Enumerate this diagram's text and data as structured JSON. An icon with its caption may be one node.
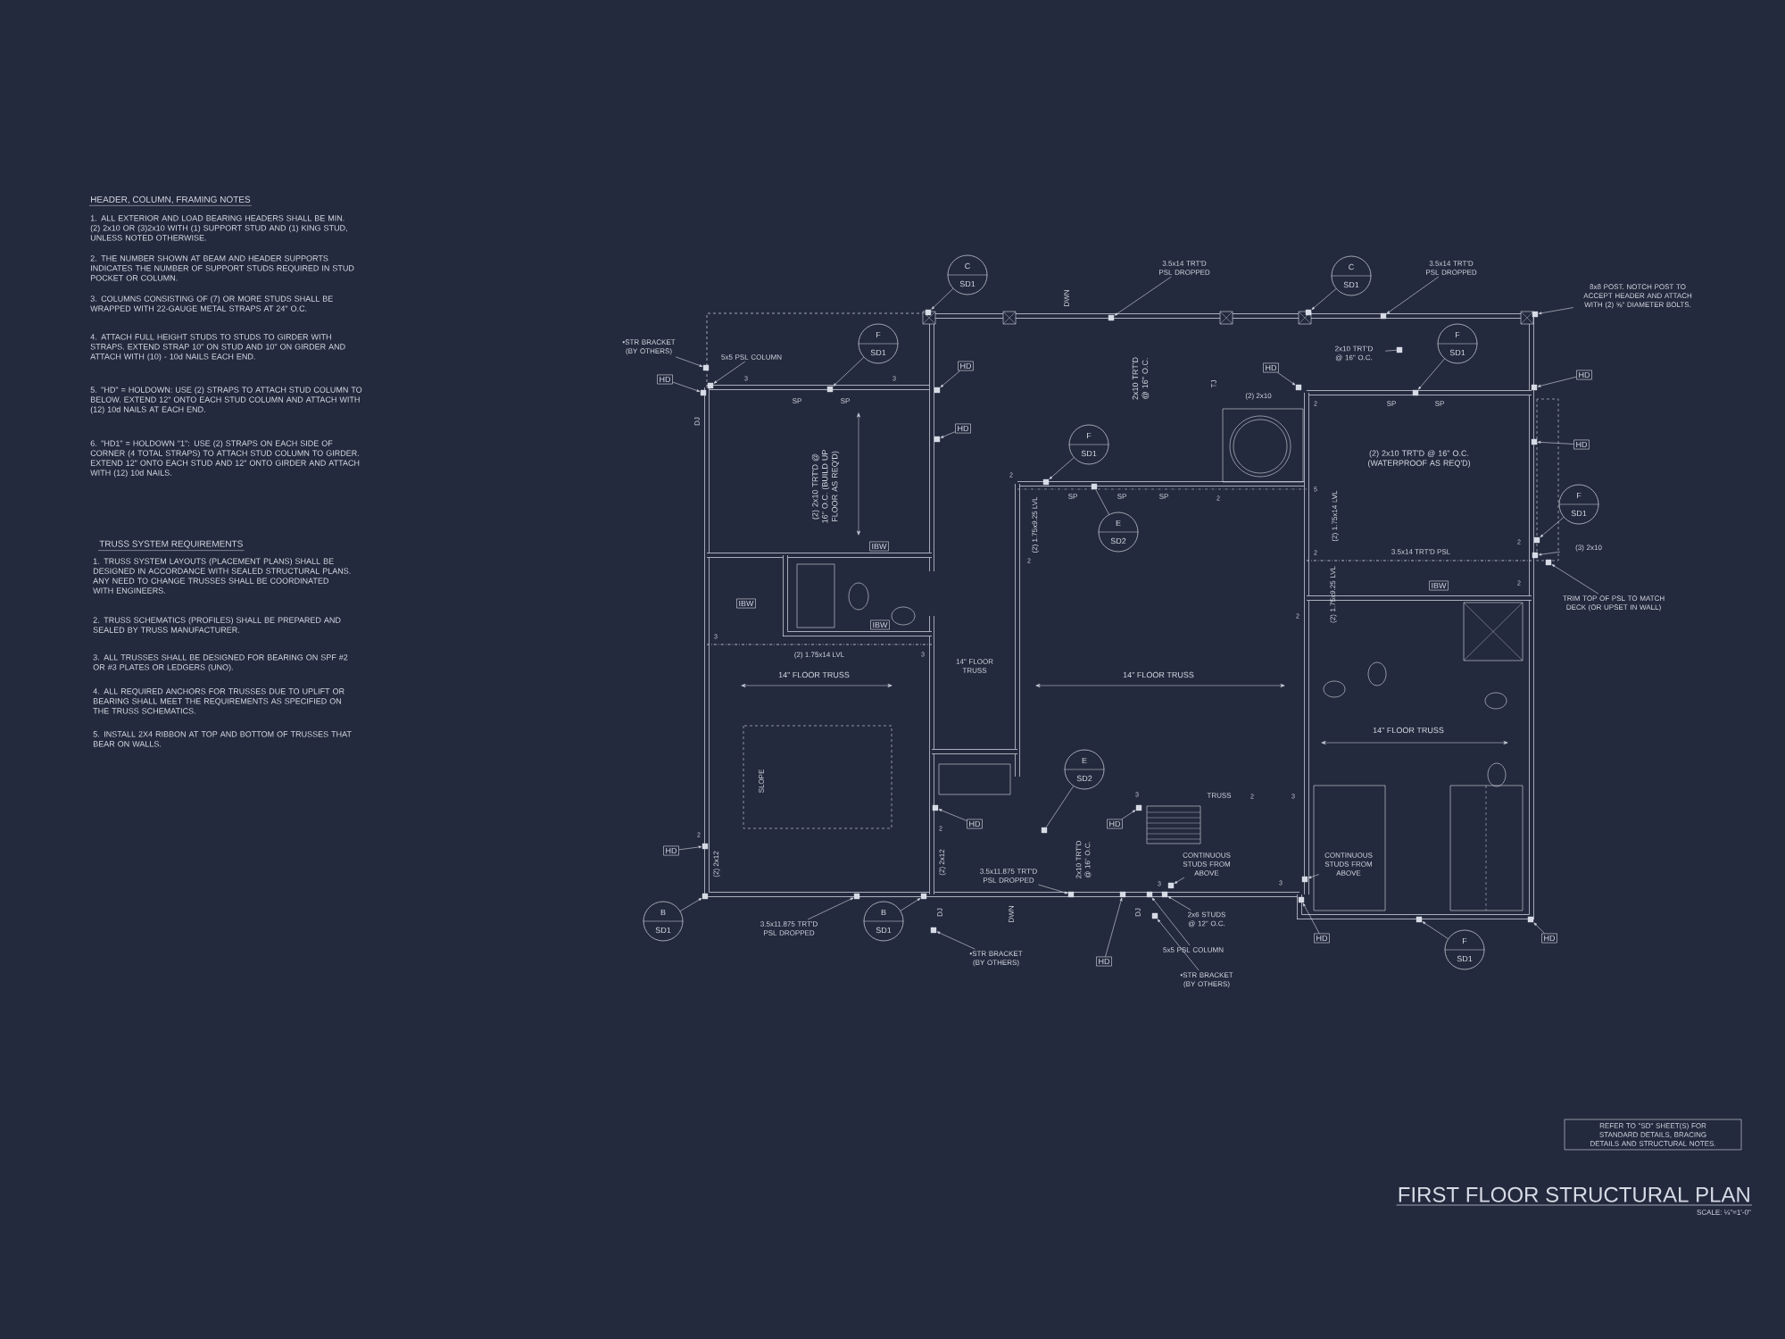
{
  "diagram": {
    "title": "FIRST FLOOR STRUCTURAL PLAN",
    "nodes": [
      {
        "text": [
          "•STR BRACKET (BY OTHERS)"
        ]
      },
      {
        "text": [
          "5x5 PSL COLUMN"
        ]
      },
      {
        "text": [
          "HD"
        ]
      },
      {
        "text": [
          "C",
          "SD1"
        ]
      },
      {
        "text": [
          "F",
          "SD1"
        ]
      },
      {
        "text": [
          "HD"
        ]
      },
      {
        "text": [
          "HD"
        ]
      },
      {
        "text": [
          "3.5x14 TRT'D PSL DROPPED"
        ]
      },
      {
        "text": [
          "C",
          "SD1"
        ]
      },
      {
        "text": [
          "3.5x14 TRT'D PSL DROPPED"
        ]
      },
      {
        "text": [
          "8x8 POST. NOTCH POST TO ACCEPT HEADER AND ATTACH WITH (2) ⅝\" DIAMETER BOLTS."
        ]
      },
      {
        "text": [
          "2x10 TRT'D @ 16\" O.C."
        ]
      },
      {
        "text": [
          "HD"
        ]
      },
      {
        "text": [
          "F",
          "SD1"
        ]
      },
      {
        "text": [
          "HD"
        ]
      },
      {
        "text": [
          "HD"
        ]
      },
      {
        "text": [
          "F",
          "SD1"
        ]
      },
      {
        "text": [
          "E",
          "SD2"
        ]
      },
      {
        "text": [
          "F",
          "SD1"
        ]
      },
      {
        "text": [
          "(3) 2x10"
        ]
      },
      {
        "text": [
          "TRIM TOP OF PSL TO MATCH DECK (OR UPSET IN WALL)"
        ]
      },
      {
        "text": [
          "IBW"
        ]
      },
      {
        "text": [
          "IBW"
        ]
      },
      {
        "text": [
          "IBW"
        ]
      },
      {
        "text": [
          "IBW"
        ]
      },
      {
        "text": [
          "E",
          "SD2"
        ]
      },
      {
        "text": [
          "HD"
        ]
      },
      {
        "text": [
          "HD"
        ]
      },
      {
        "text": [
          "HD"
        ]
      },
      {
        "text": [
          "B",
          "SD1"
        ]
      },
      {
        "text": [
          "3.5x11.875 TRT'D PSL DROPPED"
        ]
      },
      {
        "text": [
          "B",
          "SD1"
        ]
      },
      {
        "text": [
          "3.5x11.875 TRT'D PSL DROPPED"
        ]
      },
      {
        "text": [
          "•STR BRACKET (BY OTHERS)"
        ]
      },
      {
        "text": [
          "HD"
        ]
      },
      {
        "text": [
          "2x6 STUDS @ 12\" O.C."
        ]
      },
      {
        "text": [
          "5x5 PSL COLUMN"
        ]
      },
      {
        "text": [
          "•STR BRACKET (BY OTHERS)"
        ]
      },
      {
        "text": [
          "CONTINUOUS STUDS FROM ABOVE"
        ]
      },
      {
        "text": [
          "CONTINUOUS STUDS FROM ABOVE"
        ]
      },
      {
        "text": [
          "HD"
        ]
      },
      {
        "text": [
          "HD"
        ]
      },
      {
        "text": [
          "F",
          "SD1"
        ]
      },
      {
        "text": [
          "REFER TO \"SD\" SHEET(S) FOR STANDARD DETAILS, BRACING DETAILS AND STRUCTURAL NOTES."
        ]
      },
      {
        "text": [],
        "shape": "box"
      },
      {
        "text": [],
        "shape": "box"
      },
      {
        "text": [],
        "shape": "box"
      },
      {
        "text": [],
        "shape": "box"
      },
      {
        "text": [],
        "shape": "box"
      },
      {
        "text": [],
        "shape": "box"
      },
      {
        "text": [],
        "shape": "box"
      },
      {
        "text": [],
        "shape": "box"
      },
      {
        "text": [],
        "shape": "box"
      },
      {
        "text": [],
        "shape": "box"
      },
      {
        "text": [],
        "shape": "box"
      },
      {
        "text": [],
        "shape": "box"
      },
      {
        "text": [],
        "shape": "box"
      },
      {
        "text": [],
        "shape": "box"
      },
      {
        "text": [],
        "shape": "box"
      },
      {
        "text": [],
        "shape": "box"
      },
      {
        "text": [],
        "shape": "box"
      },
      {
        "text": [],
        "shape": "box"
      },
      {
        "text": [],
        "shape": "box"
      },
      {
        "text": [],
        "shape": "box"
      },
      {
        "text": [],
        "shape": "box"
      },
      {
        "text": [],
        "shape": "box"
      },
      {
        "text": [],
        "shape": "box"
      },
      {
        "text": [],
        "shape": "box"
      },
      {
        "text": [],
        "shape": "box"
      },
      {
        "text": [],
        "shape": "box"
      },
      {
        "text": [],
        "shape": "box"
      },
      {
        "text": [],
        "shape": "box"
      },
      {
        "text": [],
        "shape": "box"
      },
      {
        "text": [],
        "shape": "box"
      },
      {
        "text": [],
        "shape": "box"
      },
      {
        "text": [],
        "shape": "box"
      },
      {
        "text": [],
        "shape": "box"
      },
      {
        "text": [],
        "shape": "box"
      },
      {
        "text": [],
        "shape": "box"
      },
      {
        "text": [],
        "shape": "box"
      },
      {
        "text": [],
        "shape": "box"
      },
      {
        "text": [],
        "shape": "box"
      },
      {
        "text": [],
        "shape": "box"
      }
    ],
    "edges": [
      {
        "from": 0,
        "to": 44,
        "arrow": "to"
      },
      {
        "from": 1,
        "to": 45,
        "arrow": "to"
      },
      {
        "from": 2,
        "to": 46,
        "arrow": "to"
      },
      {
        "from": 3,
        "to": 47,
        "arrow": "to"
      },
      {
        "from": 4,
        "to": 48,
        "arrow": "to"
      },
      {
        "from": 5,
        "to": 49,
        "arrow": "to"
      },
      {
        "from": 6,
        "to": 50,
        "arrow": "to"
      },
      {
        "from": 7,
        "to": 51,
        "arrow": "to"
      },
      {
        "from": 8,
        "to": 52,
        "arrow": "to"
      },
      {
        "from": 9,
        "to": 53,
        "arrow": "to"
      },
      {
        "from": 10,
        "to": 54,
        "arrow": "to"
      },
      {
        "from": 11,
        "to": 55,
        "arrow": "none"
      },
      {
        "from": 12,
        "to": 56,
        "arrow": "to"
      },
      {
        "from": 13,
        "to": 57,
        "arrow": "to"
      },
      {
        "from": 14,
        "to": 58,
        "arrow": "to"
      },
      {
        "from": 15,
        "to": 59,
        "arrow": "to"
      },
      {
        "from": 16,
        "to": 60,
        "arrow": "to"
      },
      {
        "from": 17,
        "to": 61,
        "arrow": "none"
      },
      {
        "from": 18,
        "to": 62,
        "arrow": "to"
      },
      {
        "from": 19,
        "to": 63,
        "arrow": "to"
      },
      {
        "from": 20,
        "to": 64,
        "arrow": "to"
      },
      {
        "from": 25,
        "to": 65,
        "arrow": "none"
      },
      {
        "from": 26,
        "to": 66,
        "arrow": "to"
      },
      {
        "from": 27,
        "to": 67,
        "arrow": "to"
      },
      {
        "from": 28,
        "to": 68,
        "arrow": "to"
      },
      {
        "from": 29,
        "to": 69,
        "arrow": "to"
      },
      {
        "from": 30,
        "to": 70,
        "arrow": "to"
      },
      {
        "from": 31,
        "to": 71,
        "arrow": "to"
      },
      {
        "from": 32,
        "to": 72,
        "arrow": "to"
      },
      {
        "from": 33,
        "to": 73,
        "arrow": "to"
      },
      {
        "from": 34,
        "to": 74,
        "arrow": "to"
      },
      {
        "from": 35,
        "to": 75,
        "arrow": "to"
      },
      {
        "from": 36,
        "to": 76,
        "arrow": "to"
      },
      {
        "from": 37,
        "to": 77,
        "arrow": "to"
      },
      {
        "from": 38,
        "to": 78,
        "arrow": "to"
      },
      {
        "from": 39,
        "to": 79,
        "arrow": "to"
      },
      {
        "from": 40,
        "to": 80,
        "arrow": "to"
      },
      {
        "from": 41,
        "to": 81,
        "arrow": "to"
      },
      {
        "from": 42,
        "to": 82,
        "arrow": "to"
      }
    ],
    "labels": [
      "HEADER, COLUMN, FRAMING NOTES",
      "1. ALL EXTERIOR AND LOAD BEARING HEADERS SHALL BE MIN. (2) 2x10 OR (3)2x10 WITH (1) SUPPORT STUD AND (1) KING STUD, UNLESS NOTED OTHERWISE.",
      "2. THE NUMBER SHOWN AT BEAM AND HEADER SUPPORTS INDICATES THE NUMBER OF SUPPORT STUDS REQUIRED IN STUD POCKET OR COLUMN.",
      "3. COLUMNS CONSISTING OF (7) OR MORE STUDS SHALL BE WRAPPED WITH 22-GAUGE METAL STRAPS AT 24\" O.C.",
      "4. ATTACH FULL HEIGHT STUDS TO STUDS TO GIRDER WITH STRAPS. EXTEND STRAP 10\" ON STUD AND 10\" ON GIRDER AND ATTACH WITH (10) - 10d NAILS EACH END.",
      "5. \"HD\" = HOLDOWN: USE (2) STRAPS TO ATTACH STUD COLUMN TO BELOW. EXTEND 12\" ONTO EACH STUD COLUMN AND ATTACH WITH (12) 10d NAILS AT EACH END.",
      "6. \"HD1\" = HOLDOWN \"1\": USE (2) STRAPS ON EACH SIDE OF CORNER (4 TOTAL STRAPS) TO ATTACH STUD COLUMN TO GIRDER. EXTEND 12\" ONTO EACH STUD AND 12\" ONTO GIRDER AND ATTACH WITH (12) 10d NAILS.",
      "TRUSS SYSTEM REQUIREMENTS",
      "1. TRUSS SYSTEM LAYOUTS (PLACEMENT PLANS) SHALL BE DESIGNED IN ACCORDANCE WITH SEALED STRUCTURAL PLANS. ANY NEED TO CHANGE TRUSSES SHALL BE COORDINATED WITH ENGINEERS.",
      "2. TRUSS SCHEMATICS (PROFILES) SHALL BE PREPARED AND SEALED BY TRUSS MANUFACTURER.",
      "3. ALL TRUSSES SHALL BE DESIGNED FOR BEARING ON SPF #2 OR #3 PLATES OR LEDGERS (UNO).",
      "4. ALL REQUIRED ANCHORS FOR TRUSSES DUE TO UPLIFT OR BEARING SHALL MEET THE REQUIREMENTS AS SPECIFIED ON THE TRUSS SCHEMATICS.",
      "5. INSTALL 2X4 RIBBON AT TOP AND BOTTOM OF TRUSSES THAT BEAR ON WALLS.",
      "SP",
      "SP",
      "SP",
      "SP",
      "SP",
      "SP",
      "SP",
      "DJ",
      "TJ",
      "(2) 2x10 TRT'D @ 16\" O.C. (BUILD UP FLOOR AS REQ'D)",
      "DWN",
      "2x10 TRT'D @ 16\" O.C.",
      "(2) 2x10",
      "(2) 1.75x9.25 LVL",
      "(2) 2x10 TRT'D @ 16\" O.C. (WATERPROOF AS REQ'D)",
      "(2) 1.75x14 LVL",
      "3.5x14 TRT'D PSL",
      "(2) 1.75x9.25 LVL",
      "(2) 1.75x14 LVL",
      "14\" FLOOR TRUSS",
      "14\" FLOOR TRUSS",
      "14\" FLOOR TRUSS",
      "14\" FLOOR TRUSS",
      "SLOPE",
      "TRUSS",
      "(2) 2x12",
      "(2) 2x12",
      "DJ",
      "DWN",
      "2x10 TRT'D @ 16\" O.C.",
      "DJ",
      "3",
      "3",
      "2",
      "2",
      "3",
      "3",
      "2",
      "2",
      "5",
      "2",
      "2",
      "2",
      "2",
      "2",
      "2",
      "3",
      "3",
      "2",
      "3",
      "3",
      "SCALE: ¼\"=1'-0\""
    ]
  }
}
